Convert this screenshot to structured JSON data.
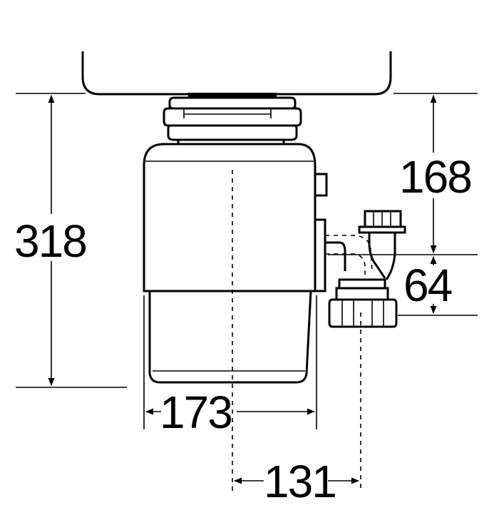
{
  "dimensions": {
    "height_total": "318",
    "height_to_outlet": "168",
    "outlet_height": "64",
    "body_width": "173",
    "outlet_offset": "131"
  },
  "colors": {
    "line": "#000000",
    "background": "#ffffff"
  }
}
